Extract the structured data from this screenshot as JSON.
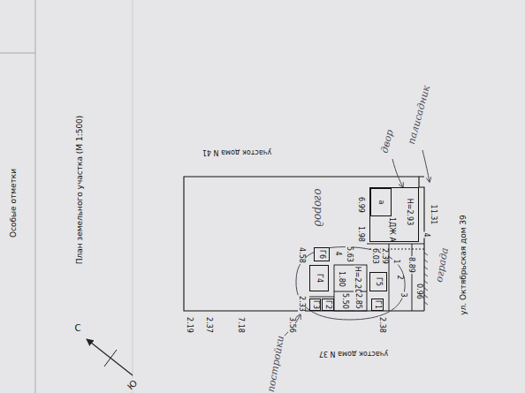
{
  "diagram": {
    "title": "План земельного участка (М 1:500)",
    "nodes": [
      {
        "text": [
          "1ДЖ А",
          "Н=2.93"
        ]
      },
      {
        "text": [
          "а"
        ],
        "in": 0
      },
      {
        "text": [
          "Г6"
        ]
      },
      {
        "text": [
          "Г4"
        ]
      },
      {
        "text": [
          "Г5"
        ]
      },
      {
        "text": [
          "Г3"
        ]
      },
      {
        "text": [
          "Г2"
        ]
      },
      {
        "text": [
          "Г1"
        ]
      }
    ],
    "labels": [
      "Особые отметки",
      "участок дома N 41",
      "участок дома N 37",
      "ул. Октябрьская дом 39",
      "С",
      "Ю",
      "11.31",
      "8.89",
      "4",
      "1.98",
      "6.99",
      "6.03",
      "2.39",
      "5.63",
      "4",
      "0.96",
      "1",
      "2",
      "3",
      "4.58",
      "2.33",
      "1.80",
      "Н=2.20",
      "5.50",
      "2.85",
      "2.38",
      "3.56",
      "2.19",
      "2.37",
      "7.18",
      "огород",
      "постройки",
      "двор",
      "палисадник",
      "ограда"
    ]
  }
}
